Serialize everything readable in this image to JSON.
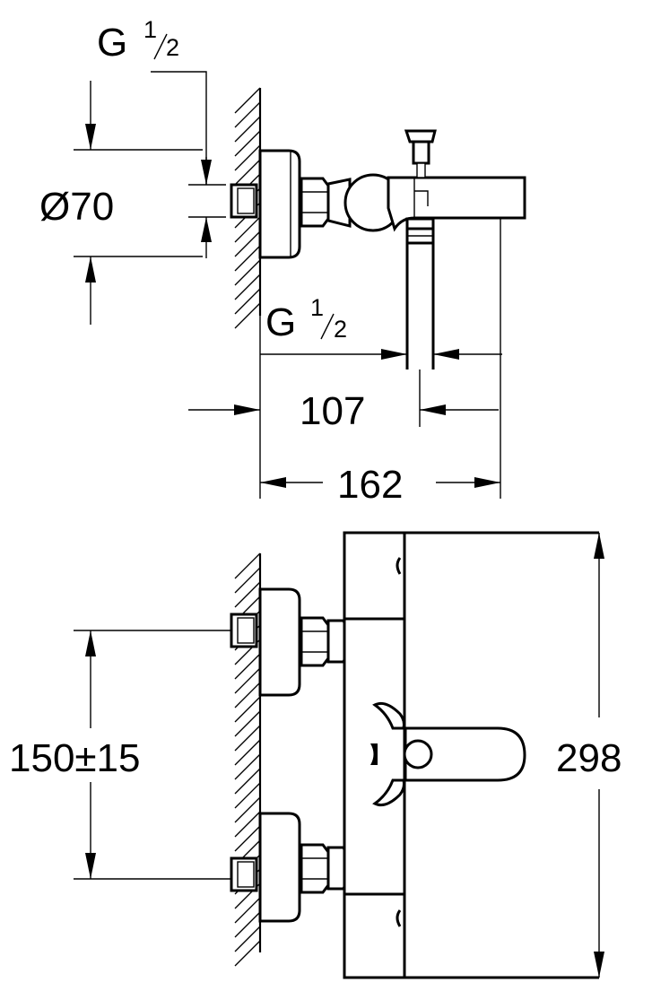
{
  "dimensions": {
    "thread_top_base": "G",
    "thread_top_num": "1",
    "thread_top_den": "2",
    "diameter": "Ø70",
    "thread_outlet_base": "G",
    "thread_outlet_num": "1",
    "thread_outlet_den": "2",
    "depth_outlet": "107",
    "depth_total": "162",
    "centers": "150±15",
    "height": "298"
  },
  "colors": {
    "line": "#000000",
    "background": "#ffffff"
  }
}
